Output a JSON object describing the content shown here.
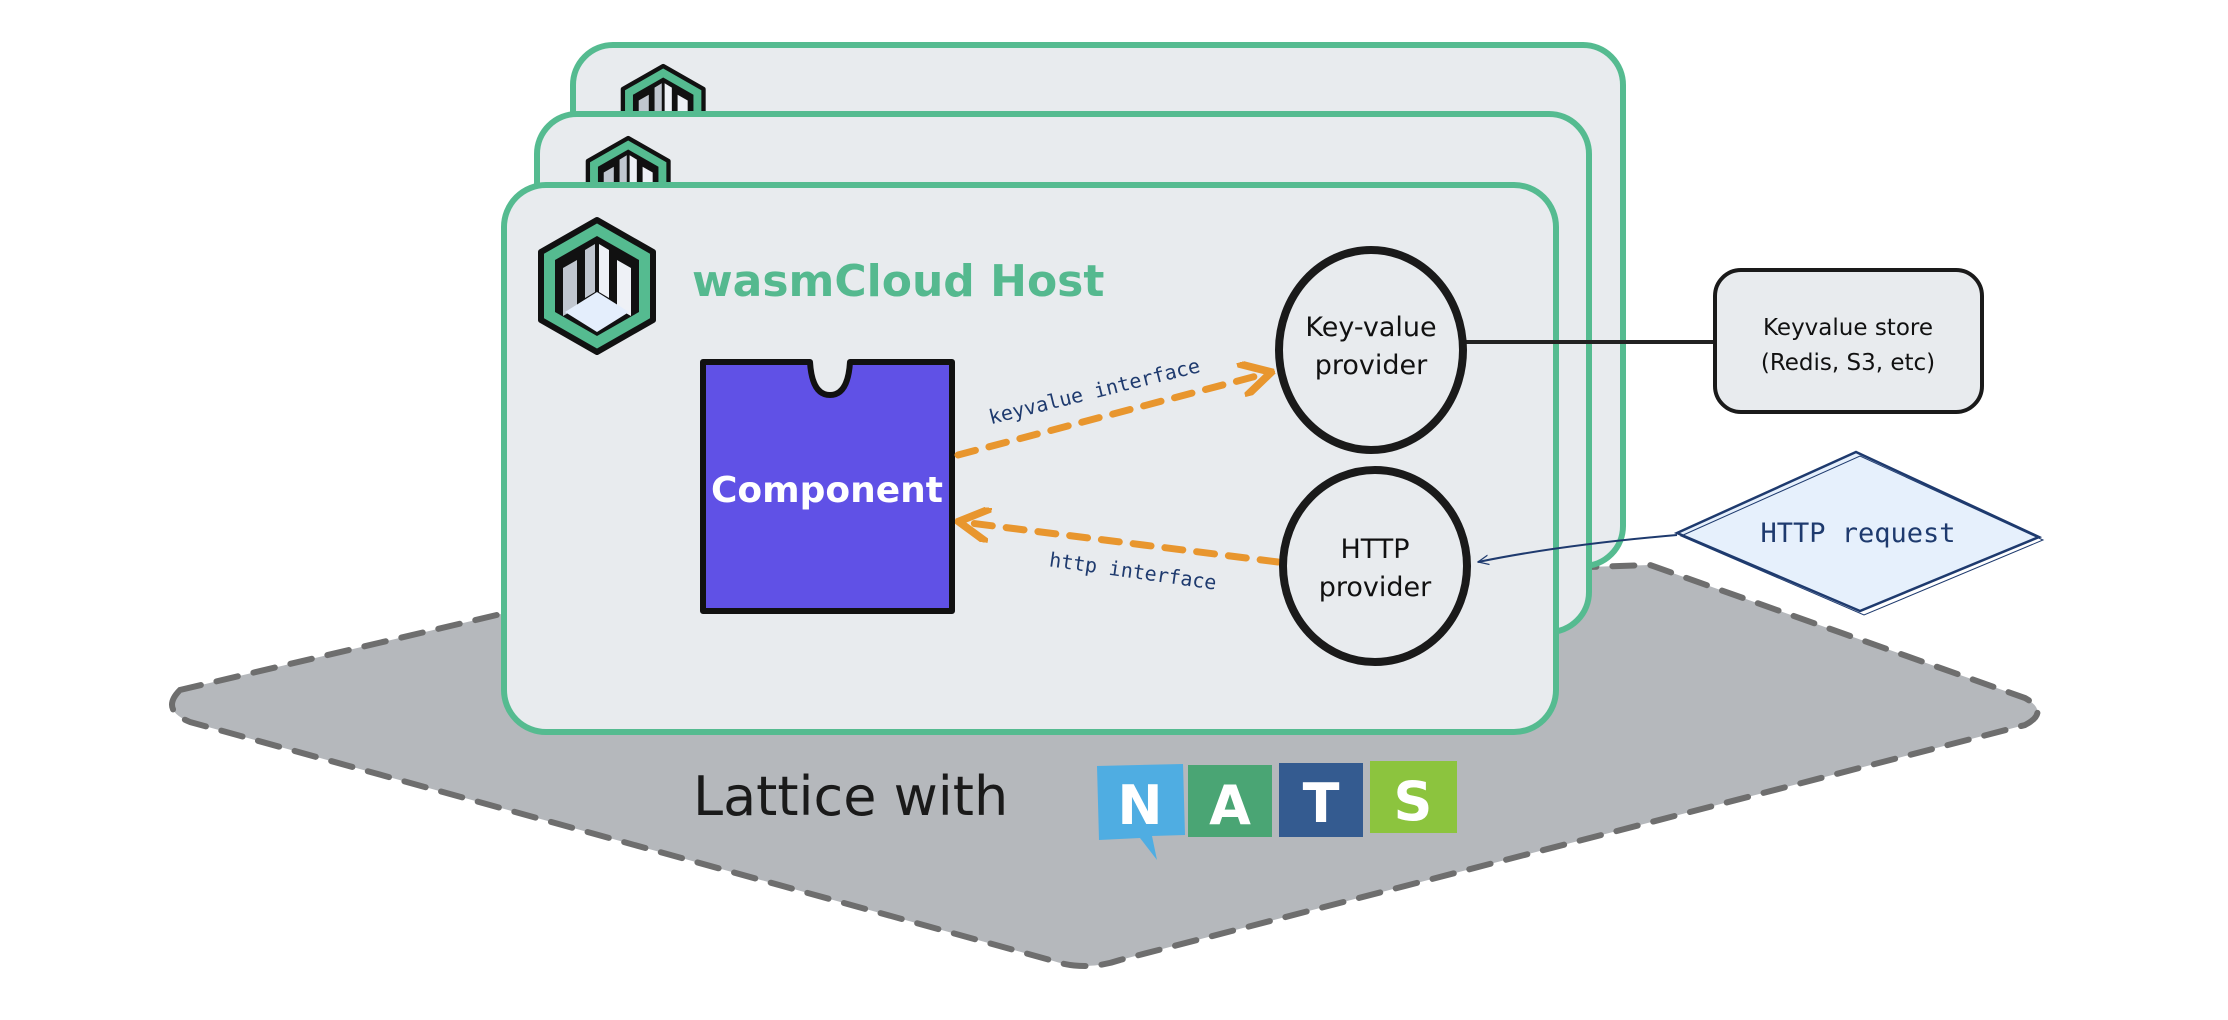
{
  "host": {
    "title": "wasmCloud Host"
  },
  "component": {
    "label": "Component"
  },
  "providers": {
    "keyvalue": {
      "line1": "Key-value",
      "line2": "provider"
    },
    "http": {
      "line1": "HTTP",
      "line2": "provider"
    }
  },
  "interfaces": {
    "keyvalue": "keyvalue interface",
    "http": "http interface"
  },
  "external": {
    "store_line1": "Keyvalue store",
    "store_line2": "(Redis, S3, etc)",
    "http_request": "HTTP request"
  },
  "lattice": {
    "label": "Lattice with",
    "logo_letters": [
      "N",
      "A",
      "T",
      "S"
    ]
  },
  "colors": {
    "host_stroke": "#55bb90",
    "host_fill": "#e8ebee",
    "component_fill": "#6051e6",
    "arrow": "#e8962e",
    "lattice_fill": "#b5b8bc",
    "nats_n": "#4fade2",
    "nats_a": "#4aa574",
    "nats_t": "#345b90",
    "nats_s": "#8cc43e"
  }
}
